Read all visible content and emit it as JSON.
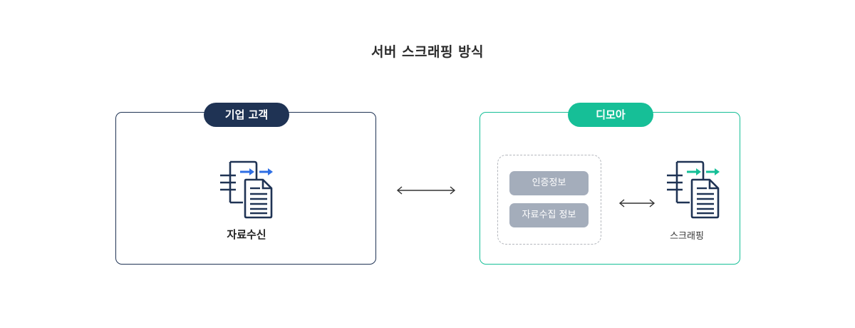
{
  "title": "서버 스크래핑 방식",
  "client_panel": {
    "badge": "기업 고객",
    "icon": "document-transfer-icon",
    "caption": "자료수신",
    "accent_color": "#1f3354",
    "arrow_color": "#2f6fe4"
  },
  "dimoa_panel": {
    "badge": "디모아",
    "icon": "document-transfer-icon",
    "caption": "스크래핑",
    "accent_color": "#16bf97",
    "info_items": [
      "인증정보",
      "자료수집 정보"
    ]
  },
  "connectors": [
    "bidirectional-arrow-icon",
    "bidirectional-arrow-icon"
  ]
}
